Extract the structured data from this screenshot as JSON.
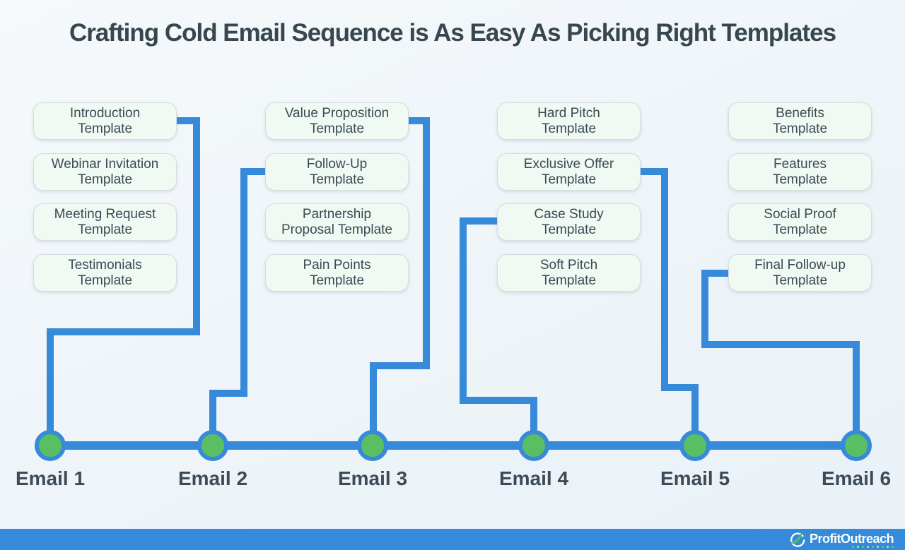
{
  "title": "Crafting Cold Email Sequence is As Easy As Picking Right Templates",
  "templates": [
    {
      "line1": "Introduction",
      "line2": "Template"
    },
    {
      "line1": "Webinar Invitation",
      "line2": "Template"
    },
    {
      "line1": "Meeting Request",
      "line2": "Template"
    },
    {
      "line1": "Testimonials",
      "line2": "Template"
    },
    {
      "line1": "Value Proposition",
      "line2": "Template"
    },
    {
      "line1": "Follow-Up",
      "line2": "Template"
    },
    {
      "line1": "Partnership",
      "line2": "Proposal Template"
    },
    {
      "line1": "Pain Points",
      "line2": "Template"
    },
    {
      "line1": "Hard Pitch",
      "line2": "Template"
    },
    {
      "line1": "Exclusive Offer",
      "line2": "Template"
    },
    {
      "line1": "Case Study",
      "line2": "Template"
    },
    {
      "line1": "Soft Pitch",
      "line2": "Template"
    },
    {
      "line1": "Benefits",
      "line2": "Template"
    },
    {
      "line1": "Features",
      "line2": "Template"
    },
    {
      "line1": "Social Proof",
      "line2": "Template"
    },
    {
      "line1": "Final Follow-up",
      "line2": "Template"
    }
  ],
  "timeline": {
    "labels": [
      "Email 1",
      "Email 2",
      "Email 3",
      "Email 4",
      "Email 5",
      "Email 6"
    ]
  },
  "connections": [
    {
      "email": "Email 1",
      "template": "Introduction Template"
    },
    {
      "email": "Email 2",
      "template": "Follow-Up Template"
    },
    {
      "email": "Email 3",
      "template": "Value Proposition Template"
    },
    {
      "email": "Email 4",
      "template": "Case Study Template"
    },
    {
      "email": "Email 5",
      "template": "Exclusive Offer Template"
    },
    {
      "email": "Email 6",
      "template": "Final Follow-up Template"
    }
  ],
  "footer": {
    "brand": "ProfitOutreach"
  },
  "colors": {
    "connector_blue": "#3789da",
    "node_green": "#5abf63",
    "box_fill": "#f0faf2",
    "box_border": "#d6dde1",
    "footer_blue": "#358ad9",
    "title_color": "#37464f"
  }
}
